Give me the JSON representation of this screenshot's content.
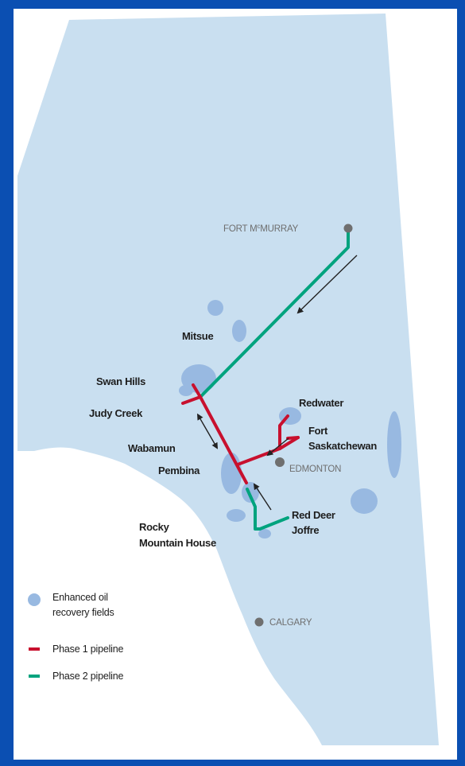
{
  "colors": {
    "background_border": "#0b4fb2",
    "province_fill": "#c9dff0",
    "oil_field": "#98b9e1",
    "phase1_pipeline": "#c8102e",
    "phase2_pipeline": "#00a37e",
    "city_dot": "#6f6f6f"
  },
  "cities": {
    "fort_mcmurray": "FORT McMURRAY",
    "edmonton": "EDMONTON",
    "calgary": "CALGARY"
  },
  "locations": {
    "mitsue": "Mitsue",
    "swan_hills": "Swan Hills",
    "judy_creek": "Judy Creek",
    "redwater": "Redwater",
    "fort_saskatchewan_1": "Fort",
    "fort_saskatchewan_2": "Saskatchewan",
    "wabamun": "Wabamun",
    "pembina": "Pembina",
    "red_deer": "Red Deer",
    "joffre": "Joffre",
    "rocky_mountain_house_1": "Rocky",
    "rocky_mountain_house_2": "Mountain House"
  },
  "legend": {
    "oil_fields_line1": "Enhanced oil",
    "oil_fields_line2": "recovery fields",
    "phase1": "Phase 1 pipeline",
    "phase2": "Phase 2 pipeline"
  }
}
